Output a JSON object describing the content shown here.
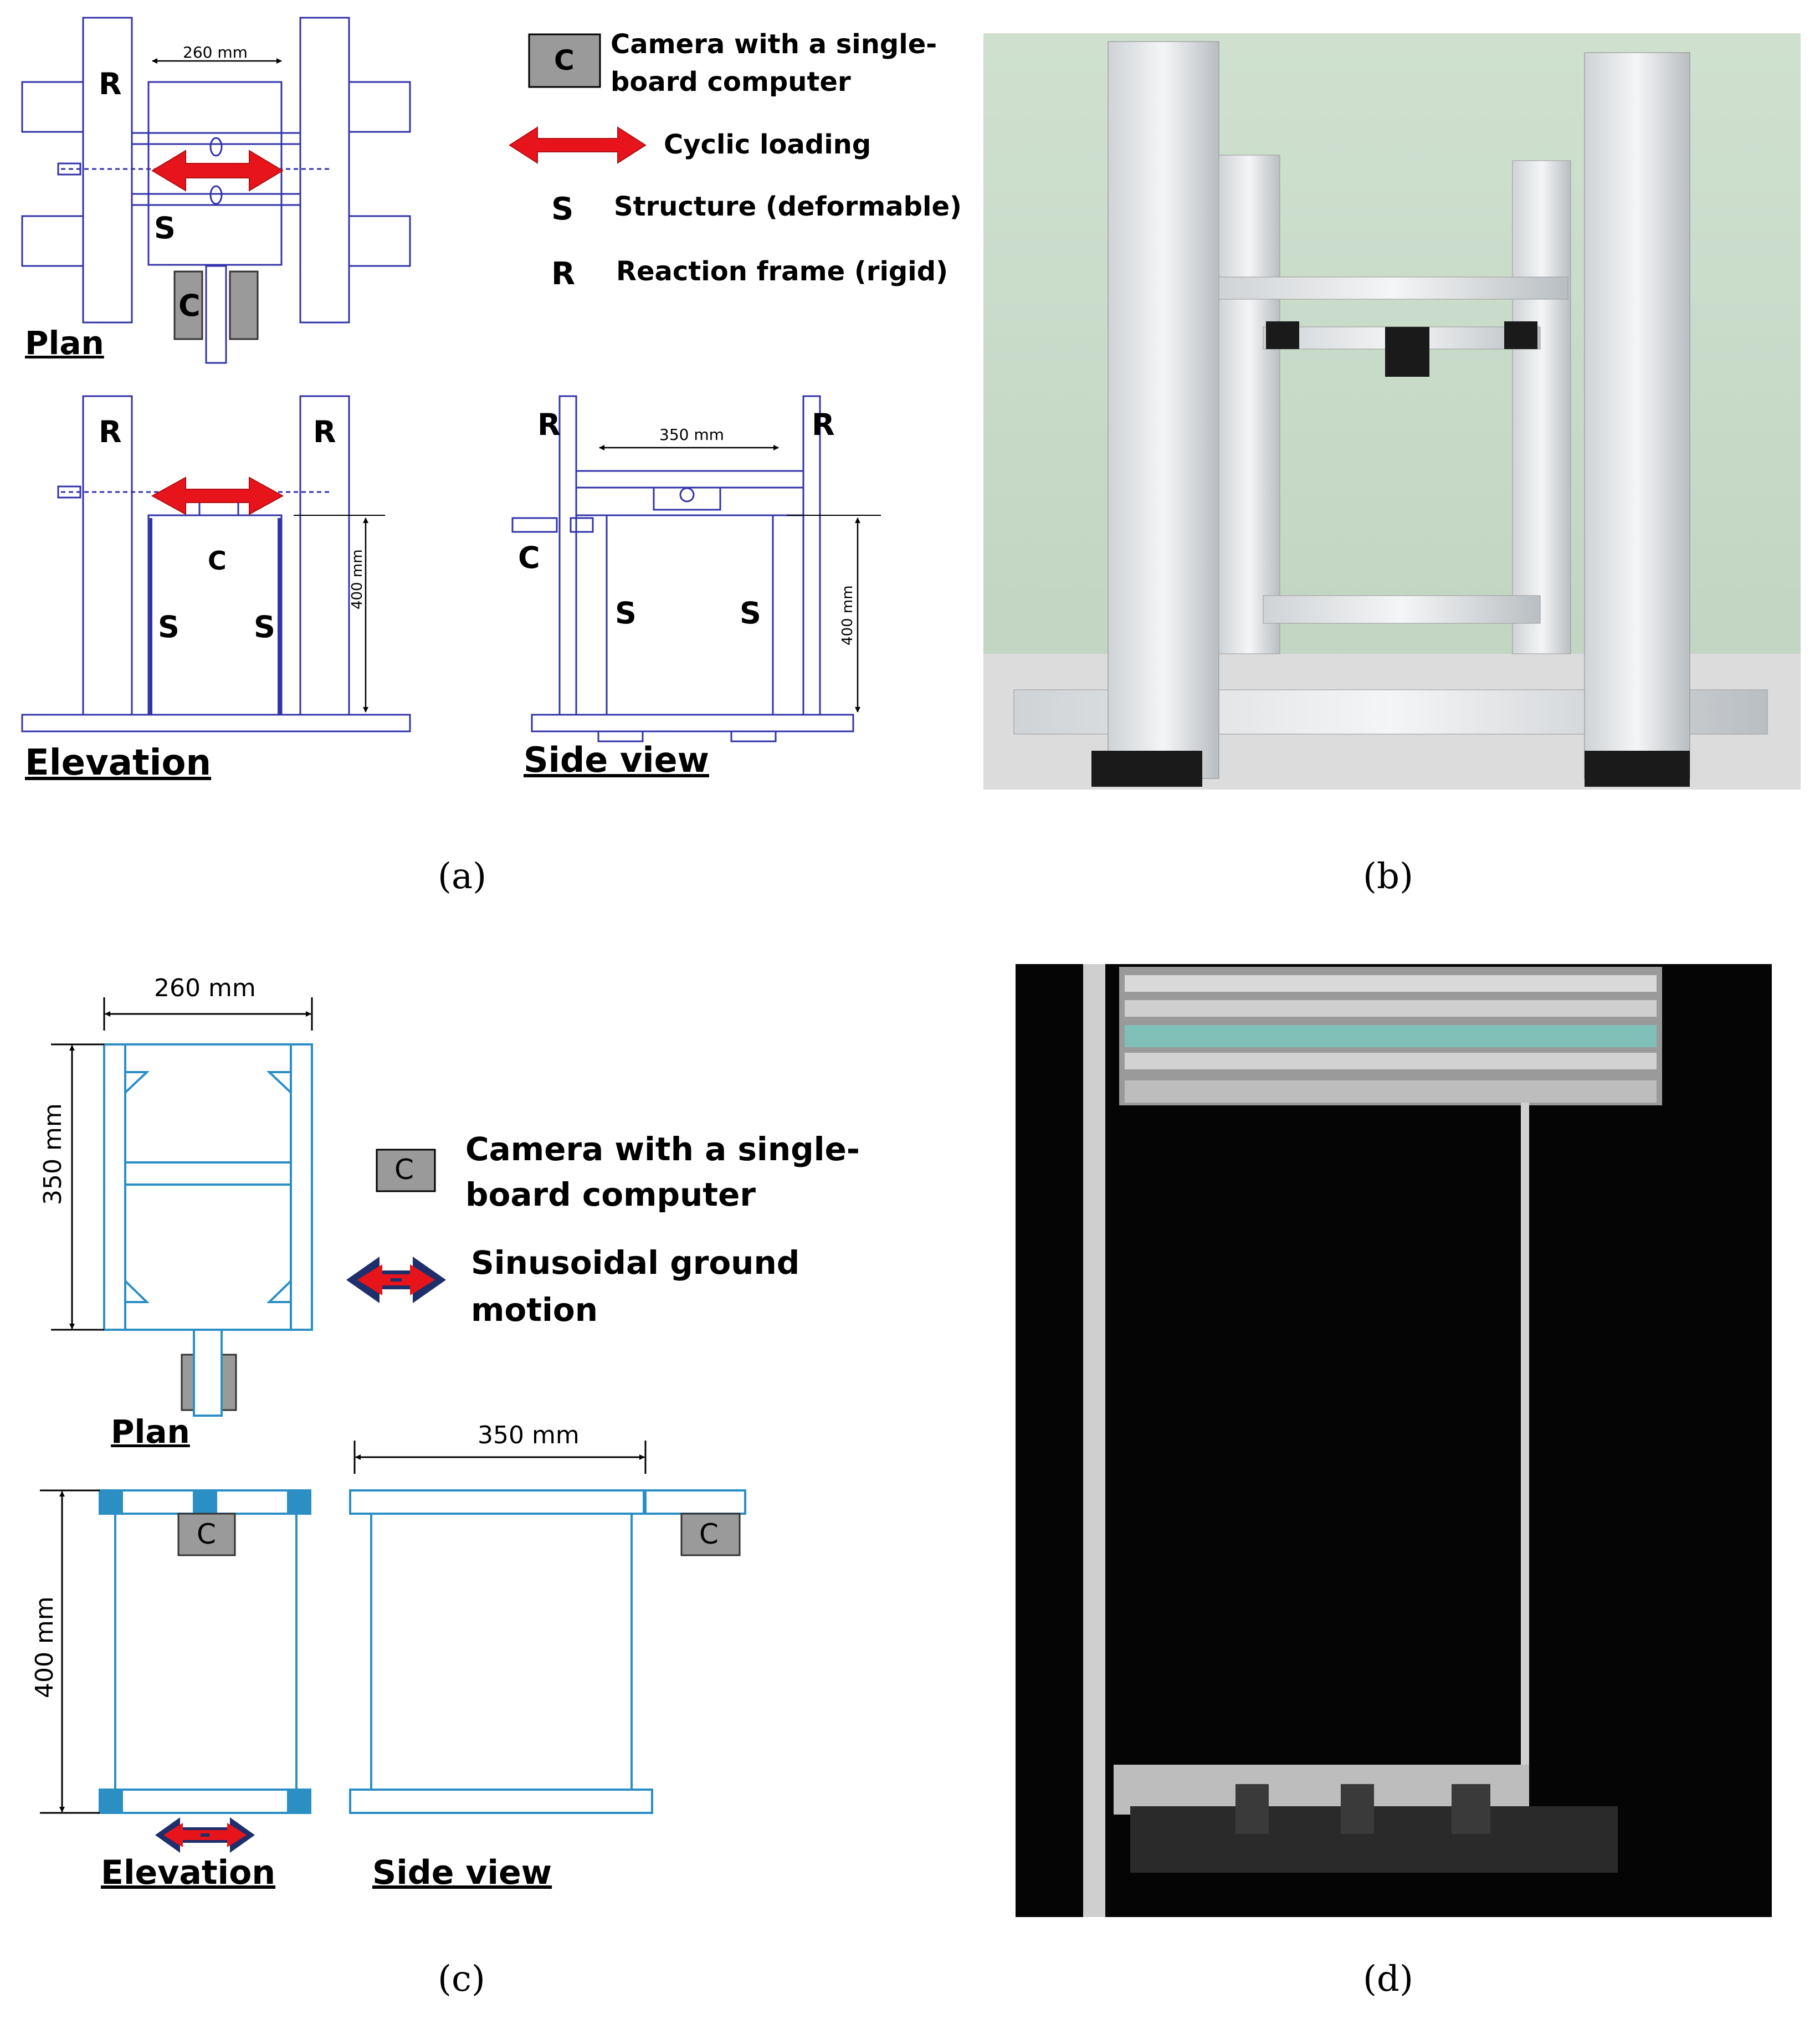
{
  "panel_a": {
    "plan_label": "Plan",
    "elevation_label": "Elevation",
    "side_view_label": "Side view",
    "dim_width": "260 mm",
    "dim_span": "350 mm",
    "dim_height_elev": "400 mm",
    "dim_height_side": "400 mm",
    "label_R": "R",
    "label_S": "S",
    "label_C": "C",
    "legend": {
      "camera_symbol": "C",
      "camera_line1": "Camera with a single-",
      "camera_line2": "board computer",
      "loading": "Cyclic loading",
      "s_symbol": "S",
      "s_text": "Structure (deformable)",
      "r_symbol": "R",
      "r_text": "Reaction frame (rigid)"
    },
    "caption": "(a)"
  },
  "panel_b": {
    "caption": "(b)"
  },
  "panel_c": {
    "dim_width": "260 mm",
    "dim_depth": "350 mm",
    "dim_span": "350 mm",
    "dim_height": "400 mm",
    "plan_label": "Plan",
    "elevation_label": "Elevation",
    "side_view_label": "Side view",
    "label_C": "C",
    "legend": {
      "camera_symbol": "C",
      "camera_line1": "Camera with a single-",
      "camera_line2": "board computer",
      "motion_line1": "Sinusoidal ground",
      "motion_line2": "motion"
    },
    "caption": "(c)"
  },
  "panel_d": {
    "caption": "(d)"
  },
  "colors": {
    "sketch_line": "#3333aa",
    "blue_frame": "#2b8fc4",
    "camera_fill": "#9a9a9a",
    "arrow_red": "#e8141c",
    "arrow_navy": "#1e2f6b"
  }
}
